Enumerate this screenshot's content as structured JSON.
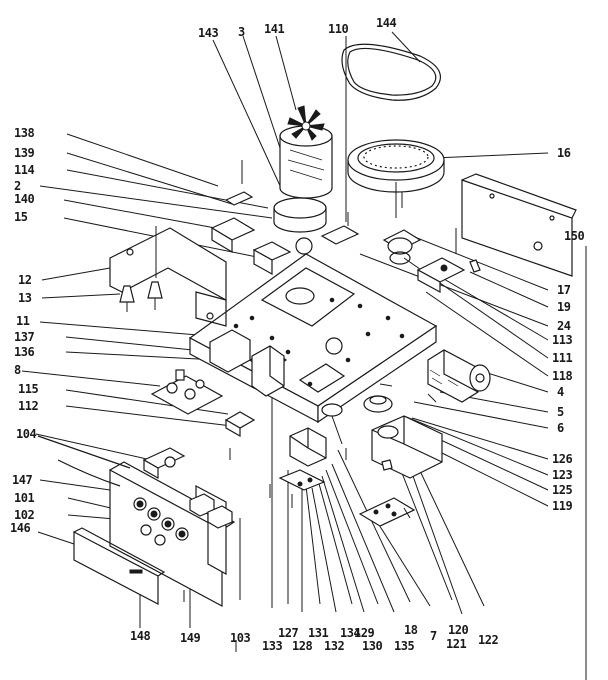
{
  "labels": {
    "l143": "143",
    "l3": "3",
    "l141": "141",
    "l110": "110",
    "l144": "144",
    "l138": "138",
    "l139": "139",
    "l114": "114",
    "l2": "2",
    "l140": "140",
    "l15": "15",
    "l16": "16",
    "l150": "150",
    "l12": "12",
    "l13": "13",
    "l17": "17",
    "l19": "19",
    "l11": "11",
    "l137": "137",
    "l136": "136",
    "l8": "8",
    "l115": "115",
    "l112": "112",
    "l24": "24",
    "l113": "113",
    "l111": "111",
    "l118": "118",
    "l4": "4",
    "l5": "5",
    "l6": "6",
    "l104": "104",
    "l126": "126",
    "l123": "123",
    "l125": "125",
    "l119": "119",
    "l147": "147",
    "l101": "101",
    "l102": "102",
    "l146": "146",
    "l148": "148",
    "l149": "149",
    "l103": "103",
    "l133": "133",
    "l127": "127",
    "l128": "128",
    "l131": "131",
    "l132": "132",
    "l134": "134",
    "l129": "129",
    "l130": "130",
    "l135": "135",
    "l18": "18",
    "l7": "7",
    "l120": "120",
    "l121": "121",
    "l122": "122"
  }
}
